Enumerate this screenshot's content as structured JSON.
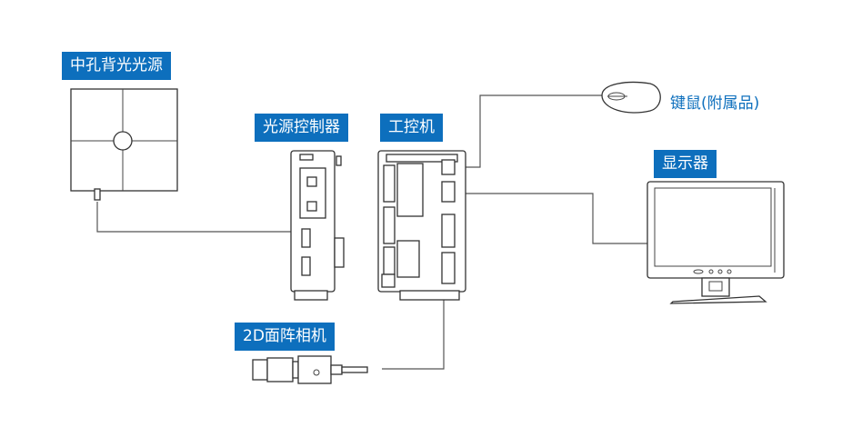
{
  "labels": {
    "backlight": "中孔背光光源",
    "controller": "光源控制器",
    "ipc": "工控机",
    "peripherals": "键鼠(附属品)",
    "monitor": "显示器",
    "camera": "2D面阵相机"
  },
  "colors": {
    "accent": "#0d6fbd",
    "line": "#555555"
  }
}
